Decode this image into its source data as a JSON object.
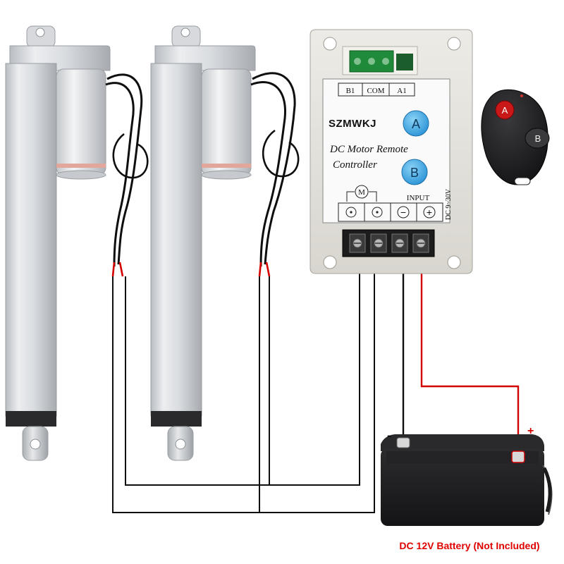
{
  "controller": {
    "brand": "SZMWKJ",
    "title_line1": "DC Motor Remote",
    "title_line2": "Controller",
    "terminal_b1": "B1",
    "terminal_com": "COM",
    "terminal_a1": "A1",
    "button_a": "A",
    "button_b": "B",
    "motor_symbol": "M",
    "input_label": "INPUT",
    "voltage_label": "DC 9~30V",
    "minus_symbol": "−",
    "plus_symbol": "+"
  },
  "remote": {
    "button_a": "A",
    "button_b": "B"
  },
  "battery": {
    "negative": "-",
    "positive": "+",
    "caption": "DC 12V Battery (Not Included)"
  },
  "colors": {
    "positive_wire": "#d40000",
    "negative_wire": "#000000",
    "caption": "#e00000",
    "button_blue": "#3aa8e6",
    "remote_red": "#c81818"
  }
}
